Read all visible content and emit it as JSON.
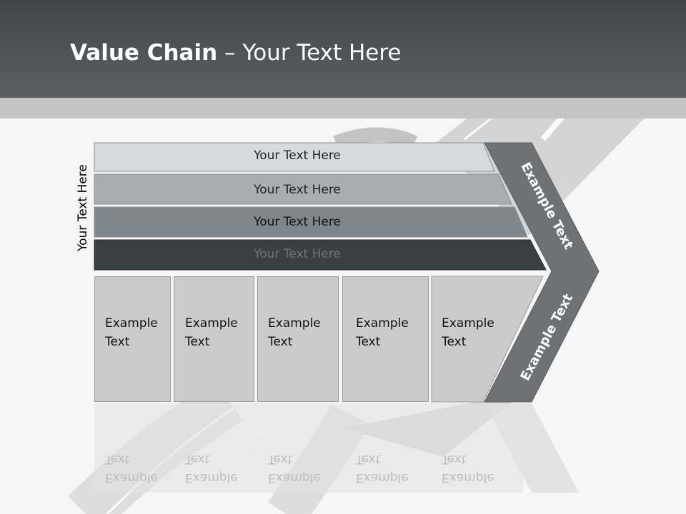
{
  "title": {
    "bold": "Value Chain",
    "regular": " – Your Text Here"
  },
  "side_label": "Your Text Here",
  "rows": [
    {
      "label": "Your Text Here",
      "fill": "#d6dadd",
      "text_color": "#222222"
    },
    {
      "label": "Your Text Here",
      "fill": "#a8adb1",
      "text_color": "#222222"
    },
    {
      "label": "Your Text Here",
      "fill": "#80878c",
      "text_color": "#111111"
    },
    {
      "label": "Your Text Here",
      "fill": "#3a3f42",
      "text_color": "#6d7377"
    }
  ],
  "boxes": [
    {
      "text": "Example\nText"
    },
    {
      "text": "Example\nText"
    },
    {
      "text": "Example\nText"
    },
    {
      "text": "Example\nText"
    },
    {
      "text": "Example\nText"
    }
  ],
  "arrow": {
    "upper_text": "Example Text",
    "lower_text": "Example Text",
    "fill": "#6f7275"
  },
  "colors": {
    "header_dark": "#41464a",
    "header_band": "#c4c4c4",
    "box_fill": "#cbcbcb"
  }
}
